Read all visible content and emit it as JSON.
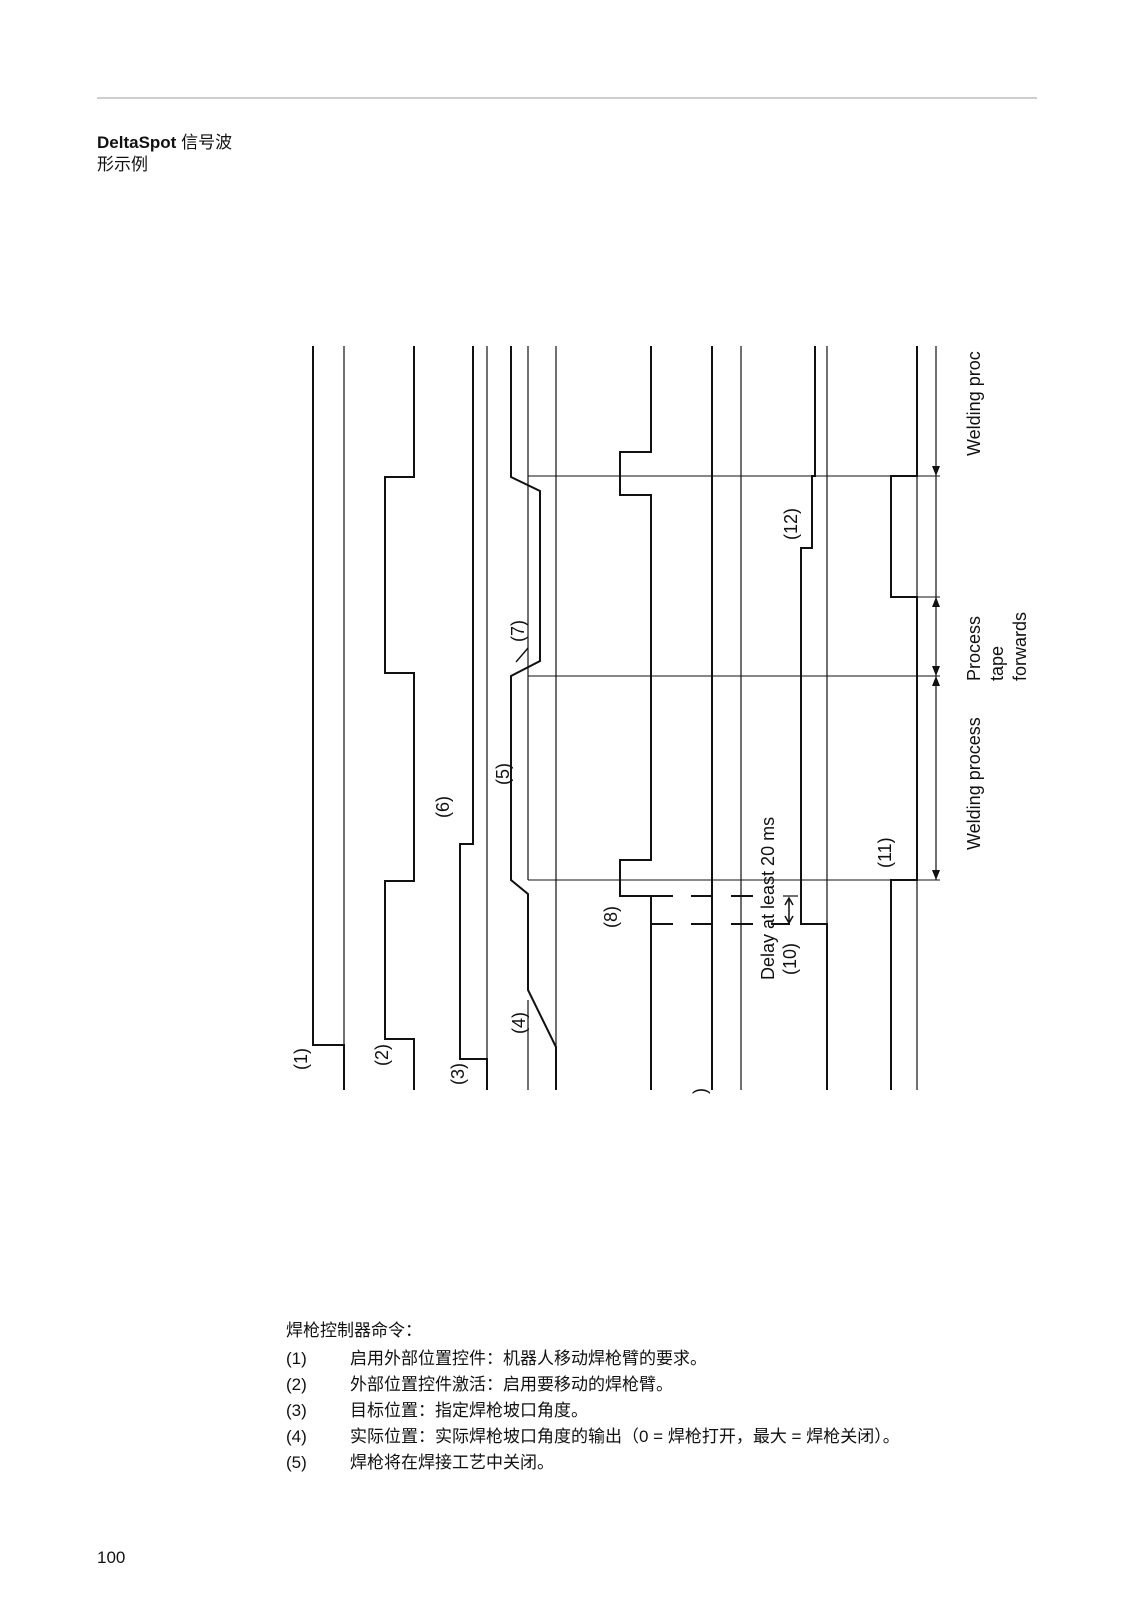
{
  "header": {
    "title_bold": "DeltaSpot",
    "title_rest": "信号波",
    "title_line2": "形示例"
  },
  "diagram": {
    "labels": {
      "l1": "(1)",
      "l2": "(2)",
      "l3": "(3)",
      "l4": "(4)",
      "l5": "(5)",
      "l6": "(6)",
      "l7": "(7)",
      "l8": "(8)",
      "l9": ")",
      "l10": "(10)",
      "l11": "(11)",
      "l12": "(12)"
    },
    "delay": "Delay at least 20 ms",
    "phases": {
      "welding_process": "Welding process",
      "process_tape_1": "Process",
      "process_tape_2": "tape",
      "process_tape_3": "forwards",
      "welding_proc_cut": "Welding proc"
    }
  },
  "legend": {
    "intro": "焊枪控制器命令：",
    "items": [
      {
        "num": "(1)",
        "text": "启用外部位置控件：机器人移动焊枪臂的要求。"
      },
      {
        "num": "(2)",
        "text": "外部位置控件激活：启用要移动的焊枪臂。"
      },
      {
        "num": "(3)",
        "text": "目标位置：指定焊枪坡口角度。"
      },
      {
        "num": "(4)",
        "text": "实际位置：实际焊枪坡口角度的输出（0 = 焊枪打开，最大 = 焊枪关闭）。"
      },
      {
        "num": "(5)",
        "text": "焊枪将在焊接工艺中关闭。"
      }
    ]
  },
  "page_number": "100"
}
